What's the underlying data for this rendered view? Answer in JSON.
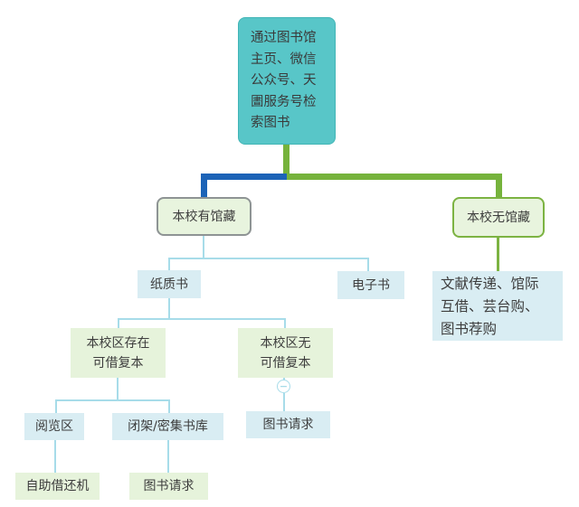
{
  "diagram_type": "mindmap-flowchart",
  "collapse_control": {
    "glyph": "−"
  },
  "colors": {
    "root_fill": "#58c6c8",
    "root_border": "#41b5b6",
    "branch_blue": "#1c63b7",
    "branch_green": "#7cb342",
    "node_green_fill": "#e8f4de",
    "node_blue_fill": "#d9edf3",
    "gray_border": "#8e9494",
    "light_connector": "#a7dce9",
    "text": "#3d3d3d",
    "background": "#ffffff"
  },
  "nodes": {
    "root": {
      "label": "通过图书馆\n主页、微信\n公众号、天\n圕服务号检\n索图书"
    },
    "has_collection": {
      "label": "本校有馆藏"
    },
    "no_collection": {
      "label": "本校无馆藏"
    },
    "paper_book": {
      "label": "纸质书"
    },
    "ebook": {
      "label": "电子书"
    },
    "delivery_options": {
      "label": "文献传递、馆际\n互借、芸台购、\n图书荐购"
    },
    "has_copy": {
      "label": "本校区存在\n可借复本"
    },
    "no_copy": {
      "label": "本校区无\n可借复本"
    },
    "reading_area": {
      "label": "阅览区"
    },
    "closed_stacks": {
      "label": "闭架/密集书库"
    },
    "book_request_no_copy": {
      "label": "图书请求"
    },
    "self_checkout": {
      "label": "自助借还机"
    },
    "book_request_stacks": {
      "label": "图书请求"
    }
  }
}
